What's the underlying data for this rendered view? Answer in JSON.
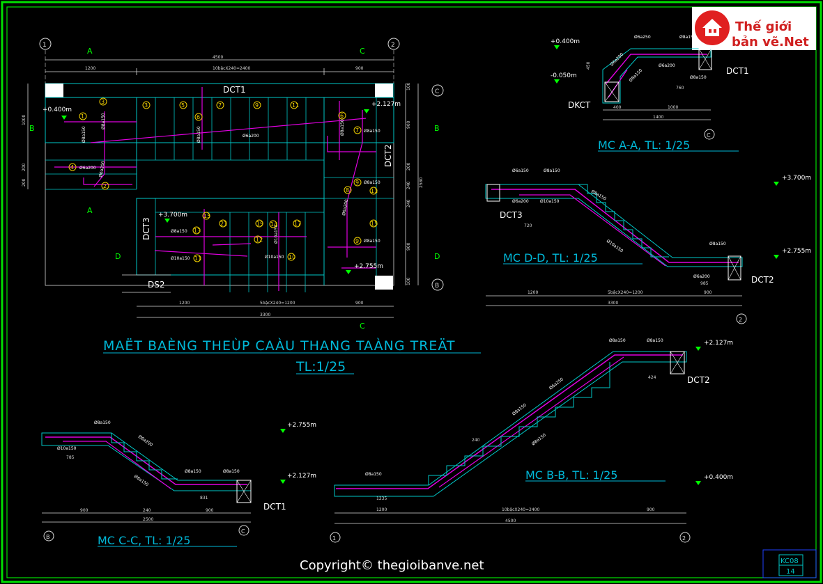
{
  "drawing": {
    "plan_title": "MAËT BAÈNG THEÙP CAÀU THANG TAÀNG TREÄT",
    "plan_scale": "TL:1/25",
    "section_aa": "MC  A-A,  TL:  1/25",
    "section_dd": "MC  D-D,  TL:  1/25",
    "section_bb": "MC  B-B,  TL:  1/25",
    "section_cc": "MC  C-C,  TL:  1/25",
    "copyright": "Copyright© thegioibanve.net",
    "sheet_code": "KC08",
    "sheet_no": "14"
  },
  "logo": {
    "line1": "Thế giới",
    "line2": "bản vẽ.Net"
  },
  "grid_markers": {
    "g1": "1",
    "g2": "2",
    "gC": "C",
    "gB": "B",
    "gA": "A",
    "gD": "D"
  },
  "plan": {
    "dim_total": "4500",
    "dim_left": "1200",
    "dim_mid": "10bậcX240=2400",
    "dim_right": "900",
    "dim_bottom_left": "1200",
    "dim_bottom_mid": "5bậcX240=1200",
    "dim_bottom_right": "900",
    "dim_bottom_total": "3300",
    "dim_right_total": "2580",
    "dim_r1": "100",
    "dim_r2": "900",
    "dim_r3": "200",
    "dim_r4": "240",
    "dim_r5": "240",
    "dim_r6": "900",
    "dim_r7": "100",
    "dim_l1": "1000",
    "dim_l2": "200",
    "dim_l3": "200",
    "beam_dct1": "DCT1",
    "beam_dct2": "DCT2",
    "beam_dct3": "DCT3",
    "beam_ds2": "DS2",
    "lvl_0400": "+0.400m",
    "lvl_2127": "+2.127m",
    "lvl_3700": "+3.700m",
    "lvl_2755": "+2.755m",
    "r_8a150": "Ø8a150",
    "r_6a200": "Ø6a200",
    "r_10a150": "Ø10a150",
    "r_8a150b": "Ø8a150",
    "r_6a200b": "Ø6a200",
    "r_8a150c": "Ø8a150",
    "r_6a200c": "Ø6a200",
    "r_8a150d": "Ø8a150",
    "r_8a150e": "Ø8a150",
    "r_8a150f": "Ø8a150",
    "r_8a150g": "Ø8a150",
    "r_8a150h": "Ø8a150",
    "r_10a150b": "Ø10a150",
    "r_10a150c": "Ø10a150",
    "r_6a200d": "Ø6a200",
    "marks": [
      "1",
      "3",
      "5",
      "7",
      "9",
      "11",
      "3",
      "6",
      "4",
      "2",
      "6",
      "7",
      "9",
      "8",
      "11",
      "10",
      "15",
      "13",
      "21",
      "19",
      "17",
      "15",
      "9",
      "12",
      "14",
      "11",
      "10"
    ]
  },
  "aa": {
    "lvl_top": "+0.400m",
    "lvl_bot": "-0.050m",
    "r1": "Ø6a250",
    "r2": "Ø8a150",
    "r3": "Ø6a200",
    "r4": "Ø8a150",
    "r5": "Ø6a200",
    "r6": "Ø8a150",
    "d1": "400",
    "d2": "1000",
    "d3": "1400",
    "d4": "760",
    "d5": "450",
    "beam_left": "DKCT",
    "beam_right": "DCT1"
  },
  "dd": {
    "r1": "Ø6a150",
    "r2": "Ø8a150",
    "r3": "Ø6a200",
    "r4": "Ø10a150",
    "r5": "Ø8a150",
    "r6": "Ø10a150",
    "r7": "Ø8a150",
    "r8": "Ø6a200",
    "lvl_top": "+3.700m",
    "lvl_bot": "+2.755m",
    "d1": "1200",
    "d2": "5bậcX240=1200",
    "d3": "900",
    "d4": "3300",
    "d5": "720",
    "d6": "985",
    "beam_left": "DCT3",
    "beam_right": "DCT2"
  },
  "bb": {
    "r1": "Ø8a150",
    "r2": "Ø8a150",
    "r3": "Ø6a250",
    "r4": "Ø8a150",
    "r5": "Ø8a150",
    "r6": "Ø8a150",
    "lvl_top": "+2.127m",
    "lvl_bot": "+0.400m",
    "d1": "1200",
    "d2": "10bậcX240=2400",
    "d3": "900",
    "d4": "4500",
    "d5": "1235",
    "d6": "240",
    "d7": "424",
    "beam": "DCT2"
  },
  "cc": {
    "r1": "Ø8a150",
    "r2": "Ø10a150",
    "r3": "Ø6a200",
    "r4": "Ø8a150",
    "r5": "Ø8a150",
    "r6": "Ø8a150",
    "lvl_top": "+2.755m",
    "lvl_bot": "+2.127m",
    "d1": "900",
    "d2": "240",
    "d3": "900",
    "d4": "2500",
    "d5": "785",
    "d6": "831",
    "beam": "DCT1"
  },
  "colors": {
    "frame": "#00e000",
    "title": "#00b8d8",
    "concrete": "#00c8c8",
    "rebar": "#e000e0",
    "dim": "#d8d8d8",
    "mark": "#f0d000",
    "level": "#00ff00",
    "beam": "#ffffff"
  }
}
